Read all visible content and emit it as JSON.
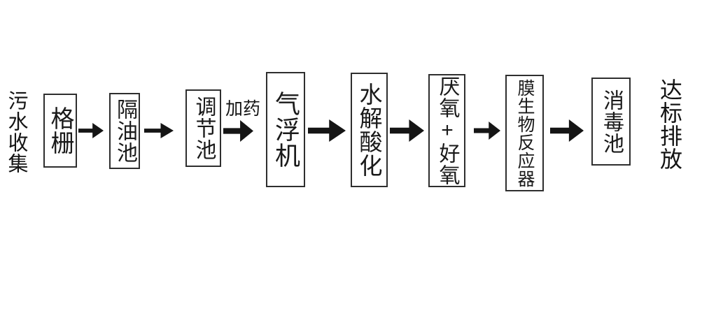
{
  "flow": {
    "source_label": "污水收集",
    "annotation": "加药",
    "stages": [
      {
        "label": "格栅"
      },
      {
        "label": "隔油池"
      },
      {
        "label": "调节池"
      },
      {
        "label": "气浮机"
      },
      {
        "label": "水解酸化"
      },
      {
        "label": "厌氧+好氧"
      },
      {
        "label": "膜生物反应器"
      },
      {
        "label": "消毒池"
      }
    ],
    "sink_label": "达标排放"
  },
  "colors": {
    "ink": "#1a1a1a",
    "box_border": "#2e2e2e",
    "background": "#ffffff"
  }
}
